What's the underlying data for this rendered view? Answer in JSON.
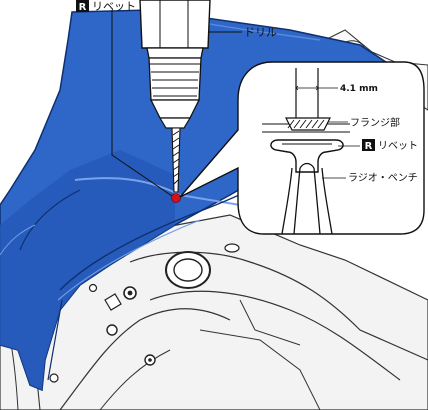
{
  "labels": {
    "top_rivet": "リベット",
    "drill": "ドリル",
    "dimension": "4.1 mm",
    "flange": "フランジ部",
    "detail_rivet": "リベット",
    "pliers": "ラジオ・ペンチ",
    "badge": "R"
  },
  "colors": {
    "panel_blue": "#2f67c9",
    "panel_blue_dark": "#1d4a9e",
    "panel_edge": "#0f2f6e",
    "marker_red": "#d4121b",
    "frame_gray": "#e9e9e9"
  }
}
